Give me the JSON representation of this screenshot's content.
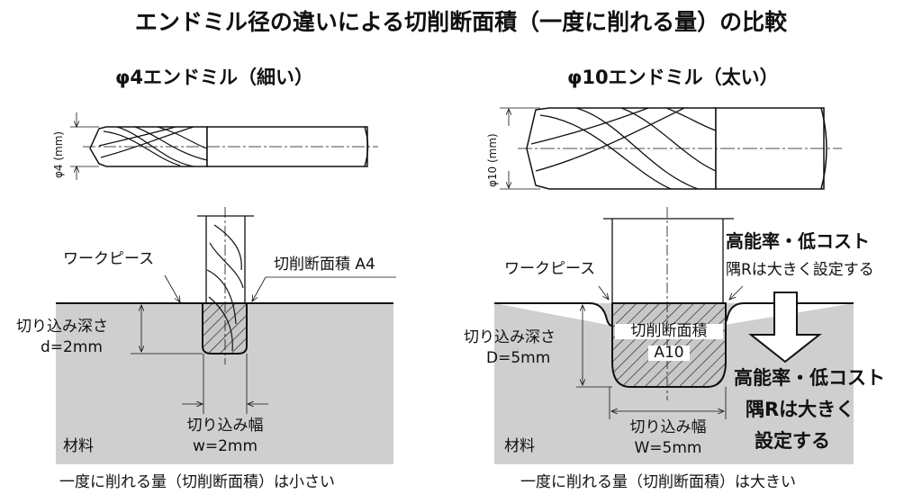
{
  "title": "エンドミル径の違いによる切削断面積（一度に削れる量）の比較",
  "colors": {
    "material": "#cfcfcf",
    "line": "#111111",
    "background": "#ffffff"
  },
  "left": {
    "heading": "φ4エンドミル（細い）",
    "diameter_label": "φ4 (mm)",
    "workpiece_label": "ワークピース",
    "area_label": "切削断面積 A4",
    "depth_label": "切り込み深さ",
    "depth_value": "d=2mm",
    "width_label": "切り込み幅",
    "width_value": "w=2mm",
    "material_label": "材料",
    "caption": "一度に削れる量（切削断面積）は小さい"
  },
  "right": {
    "heading": "φ10エンドミル（太い）",
    "diameter_label": "φ10 (mm)",
    "workpiece_label": "ワークピース",
    "area_label": "切削断面積",
    "area_name": "A10",
    "note_line1": "高能率・低コスト",
    "note_line2": "隅Rは大きく設定する",
    "depth_label": "切り込み深さ",
    "depth_value": "D=5mm",
    "width_label": "切り込み幅",
    "width_value": "W=5mm",
    "material_label": "材料",
    "result_line1": "高能率・低コスト",
    "result_line2": "隅Rは大きく",
    "result_line3": "設定する",
    "caption": "一度に削れる量（切削断面積）は大きい"
  }
}
